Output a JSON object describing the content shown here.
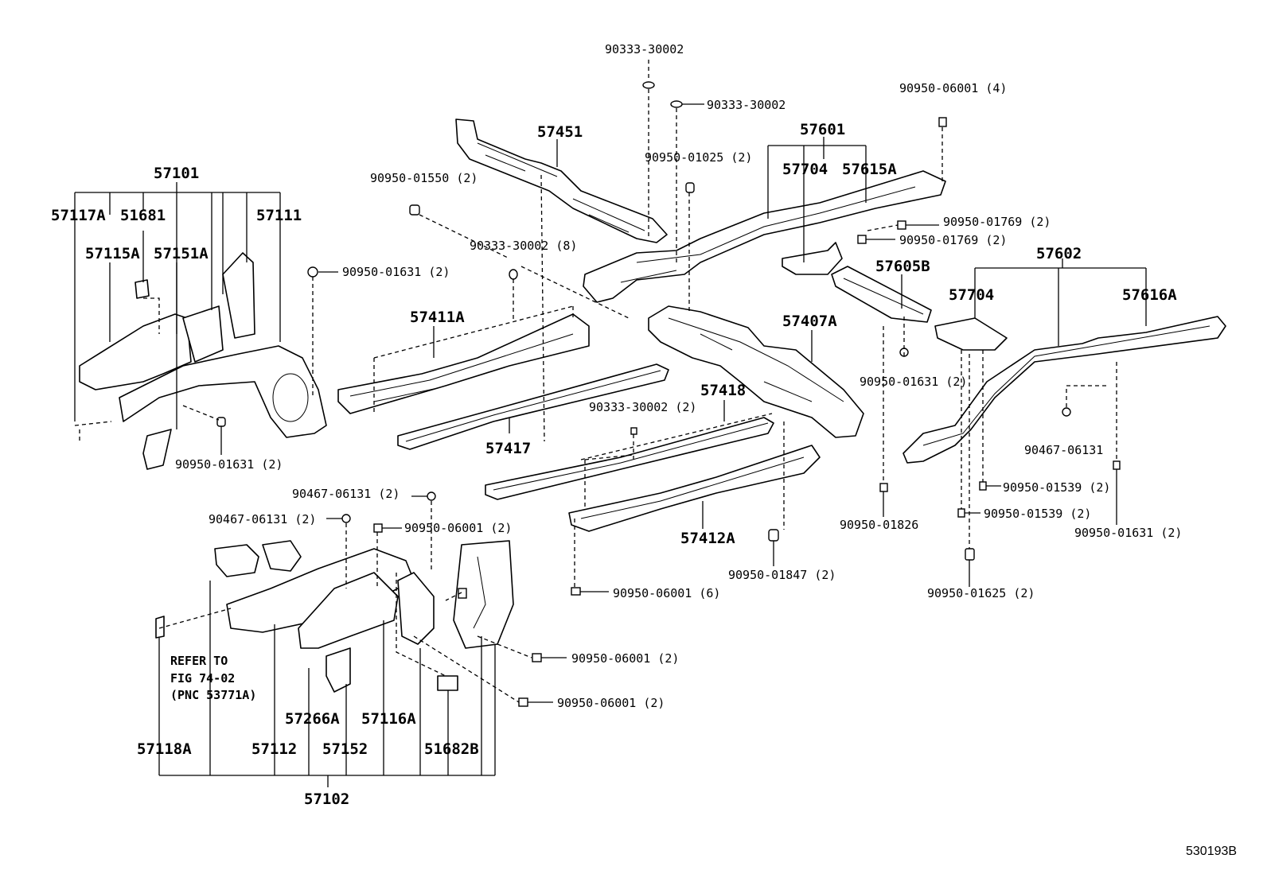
{
  "title": "",
  "labels": {
    "p90333_top": "90333-30002",
    "p90333_b": "90333-30002",
    "p90950_06001_4": "90950-06001 (4)",
    "p57601": "57601",
    "p57704_a": "57704",
    "p57615A": "57615A",
    "p57451": "57451",
    "p90950_01025": "90950-01025 (2)",
    "p90950_01550": "90950-01550 (2)",
    "p57101": "57101",
    "p57117A": "57117A",
    "p51681": "51681",
    "p57111": "57111",
    "p57115A": "57115A",
    "p57151A": "57151A",
    "p90950_01769_a": "90950-01769 (2)",
    "p90950_01769_b": "90950-01769 (2)",
    "p90333_8": "90333-30002 (8)",
    "p90950_01631_a": "90950-01631 (2)",
    "p57605B": "57605B",
    "p57602": "57602",
    "p57704_b": "57704",
    "p57616A": "57616A",
    "p57411A": "57411A",
    "p57407A": "57407A",
    "p90950_01631_b": "90950-01631 (2)",
    "p57418": "57418",
    "p90333_2": "90333-30002 (2)",
    "p57417": "57417",
    "p90467_a": "90467-06131",
    "p90950_01631_c": "90950-01631 (2)",
    "p90950_01539_a": "90950-01539 (2)",
    "p90950_01539_b": "90950-01539 (2)",
    "p90950_01631_d": "90950-01631 (2)",
    "p90467_b": "90467-06131 (2)",
    "p90467_c": "90467-06131 (2)",
    "p90950_06001_2a": "90950-06001 (2)",
    "p90950_01826": "90950-01826",
    "p57412A": "57412A",
    "p90950_01847": "90950-01847 (2)",
    "p90950_06001_6": "90950-06001 (6)",
    "p90950_01625": "90950-01625 (2)",
    "p90950_06001_2b": "90950-06001 (2)",
    "p90950_06001_2c": "90950-06001 (2)",
    "refer_line1": "REFER TO",
    "refer_line2": "FIG 74-02",
    "refer_line3": "(PNC 53771A)",
    "p57266A": "57266A",
    "p57116A": "57116A",
    "p57118A": "57118A",
    "p57112": "57112",
    "p57152": "57152",
    "p51682B": "51682B",
    "p57102": "57102",
    "figure_code": "530193B"
  }
}
